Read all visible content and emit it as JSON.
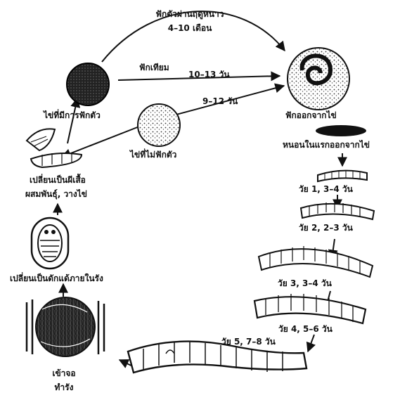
{
  "labels": {
    "diapause_path": "ฟักตัวผ่านฤดูหนาว",
    "diapause_months": "4–10 เดือน",
    "artificial": "ฟักเทียม",
    "artificial_days": "10–13 วัน",
    "nondiapause_days": "9–12 วัน",
    "diapause_egg": "ไข่ที่มีการฟักตัว",
    "nondiapause_egg": "ไข่ที่ไม่ฟักตัว",
    "hatching": "ฟักออกจากไข่",
    "first_larva": "หนอนในแรกออกจากไข่",
    "instar1": "วัย 1, 3–4 วัน",
    "instar2": "วัย 2, 2–3 วัน",
    "instar3": "วัย 3, 3–4 วัน",
    "instar4": "วัย 4, 5–6 วัน",
    "instar5": "วัย 5, 7–8 วัน",
    "moth_line1": "เปลี่ยนเป็นผีเสื้อ",
    "moth_line2": "ผสมพันธุ์, วางไข่",
    "pupa": "เปลี่ยนเป็นดักแด้ภายในรัง",
    "cocoon_line1": "เข้าจอ",
    "cocoon_line2": "ทำรัง"
  }
}
